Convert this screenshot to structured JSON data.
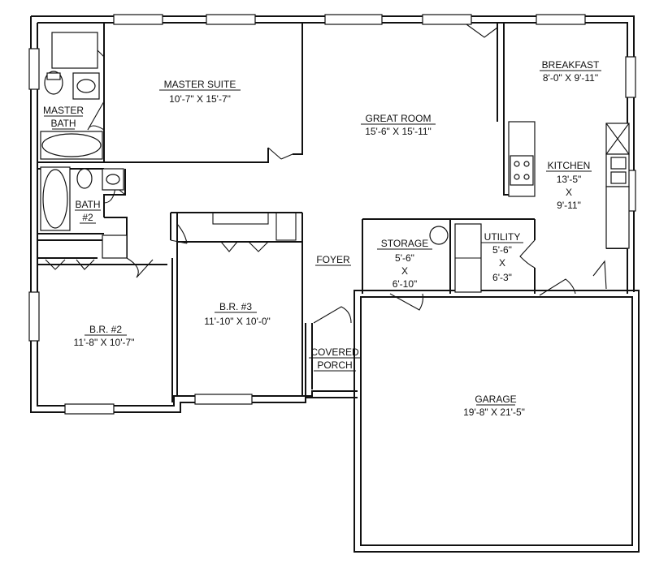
{
  "rooms": {
    "master_suite": {
      "name": "MASTER SUITE",
      "size": "10'-7\" X 15'-7\""
    },
    "great_room": {
      "name": "GREAT ROOM",
      "size": "15'-6\" X 15'-11\""
    },
    "breakfast": {
      "name": "BREAKFAST",
      "size": "8'-0\" X 9'-11\""
    },
    "kitchen": {
      "name": "KITCHEN",
      "size_line1": "13'-5\"",
      "x": "X",
      "size_line2": "9'-11\""
    },
    "master_bath": {
      "line1": "MASTER",
      "line2": "BATH"
    },
    "bath2": {
      "line1": "BATH",
      "line2": "#2"
    },
    "storage": {
      "name": "STORAGE",
      "size_line1": "5'-6\"",
      "x": "X",
      "size_line2": "6'-10\""
    },
    "utility": {
      "name": "UTILITY",
      "size_line1": "5'-6\"",
      "x": "X",
      "size_line2": "6'-3\""
    },
    "foyer": {
      "name": "FOYER"
    },
    "br3": {
      "name": "B.R. #3",
      "size": "11'-10\" X 10'-0\""
    },
    "br2": {
      "name": "B.R. #2",
      "size": "11'-8\" X 10'-7\""
    },
    "covered_porch": {
      "line1": "COVERED",
      "line2": "PORCH"
    },
    "garage": {
      "name": "GARAGE",
      "size": "19'-8\" X 21'-5\""
    }
  }
}
